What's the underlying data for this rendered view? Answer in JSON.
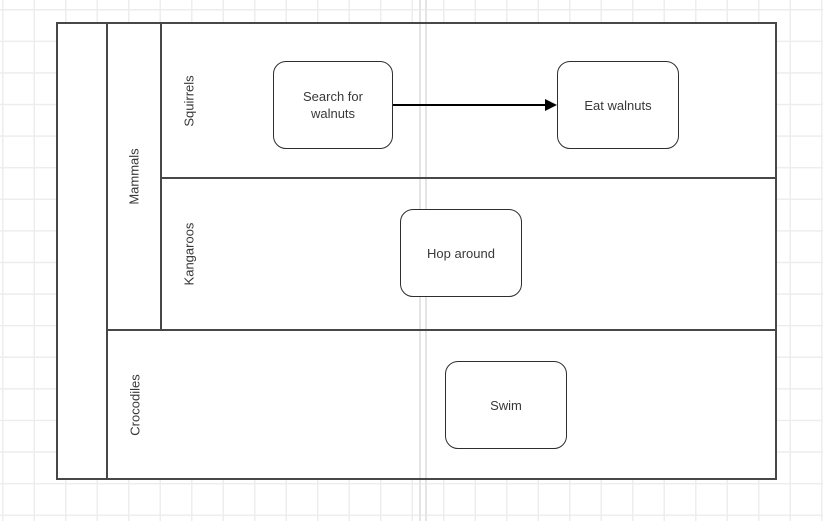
{
  "colors": {
    "canvas_bg": "#ffffff",
    "grid_line": "#ededed",
    "page_divider": "#e5e5e5",
    "pool_fill": "#ffffff",
    "pool_border": "#474747",
    "task_border": "#2e2e2e",
    "task_fill": "#ffffff",
    "text": "#383838",
    "arrow": "#000000"
  },
  "pool": {
    "title": "",
    "lanes": {
      "mammals": {
        "label": "Mammals"
      },
      "squirrels": {
        "label": "Squirrels",
        "parent": "Mammals"
      },
      "kangaroos": {
        "label": "Kangaroos",
        "parent": "Mammals"
      },
      "crocodiles": {
        "label": "Crocodiles"
      }
    }
  },
  "tasks": {
    "search_for_walnuts": {
      "label": "Search for walnuts",
      "lane": "Squirrels"
    },
    "eat_walnuts": {
      "label": "Eat walnuts",
      "lane": "Squirrels"
    },
    "hop_around": {
      "label": "Hop around",
      "lane": "Kangaroos"
    },
    "swim": {
      "label": "Swim",
      "lane": "Crocodiles"
    }
  },
  "connections": [
    {
      "from": "Search for walnuts",
      "to": "Eat walnuts",
      "style": "solid-arrow"
    }
  ]
}
